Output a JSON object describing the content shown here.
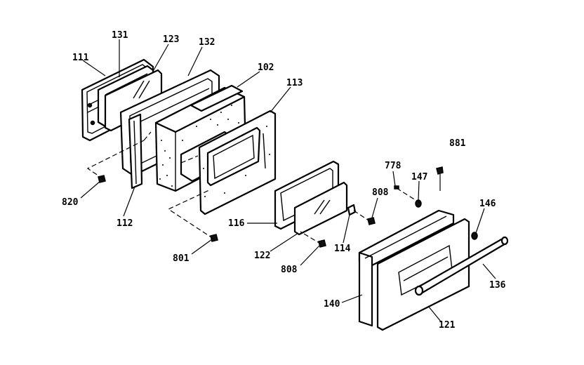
{
  "diagram": {
    "parts": [
      {
        "id": "111",
        "label": "111"
      },
      {
        "id": "131",
        "label": "131"
      },
      {
        "id": "123",
        "label": "123"
      },
      {
        "id": "132",
        "label": "132"
      },
      {
        "id": "102",
        "label": "102"
      },
      {
        "id": "113",
        "label": "113"
      },
      {
        "id": "820",
        "label": "820"
      },
      {
        "id": "112",
        "label": "112"
      },
      {
        "id": "801",
        "label": "801"
      },
      {
        "id": "116",
        "label": "116"
      },
      {
        "id": "122",
        "label": "122"
      },
      {
        "id": "808a",
        "label": "808"
      },
      {
        "id": "114",
        "label": "114"
      },
      {
        "id": "808b",
        "label": "808"
      },
      {
        "id": "778",
        "label": "778"
      },
      {
        "id": "147",
        "label": "147"
      },
      {
        "id": "881",
        "label": "881"
      },
      {
        "id": "146",
        "label": "146"
      },
      {
        "id": "140",
        "label": "140"
      },
      {
        "id": "136",
        "label": "136"
      },
      {
        "id": "121",
        "label": "121"
      }
    ]
  }
}
